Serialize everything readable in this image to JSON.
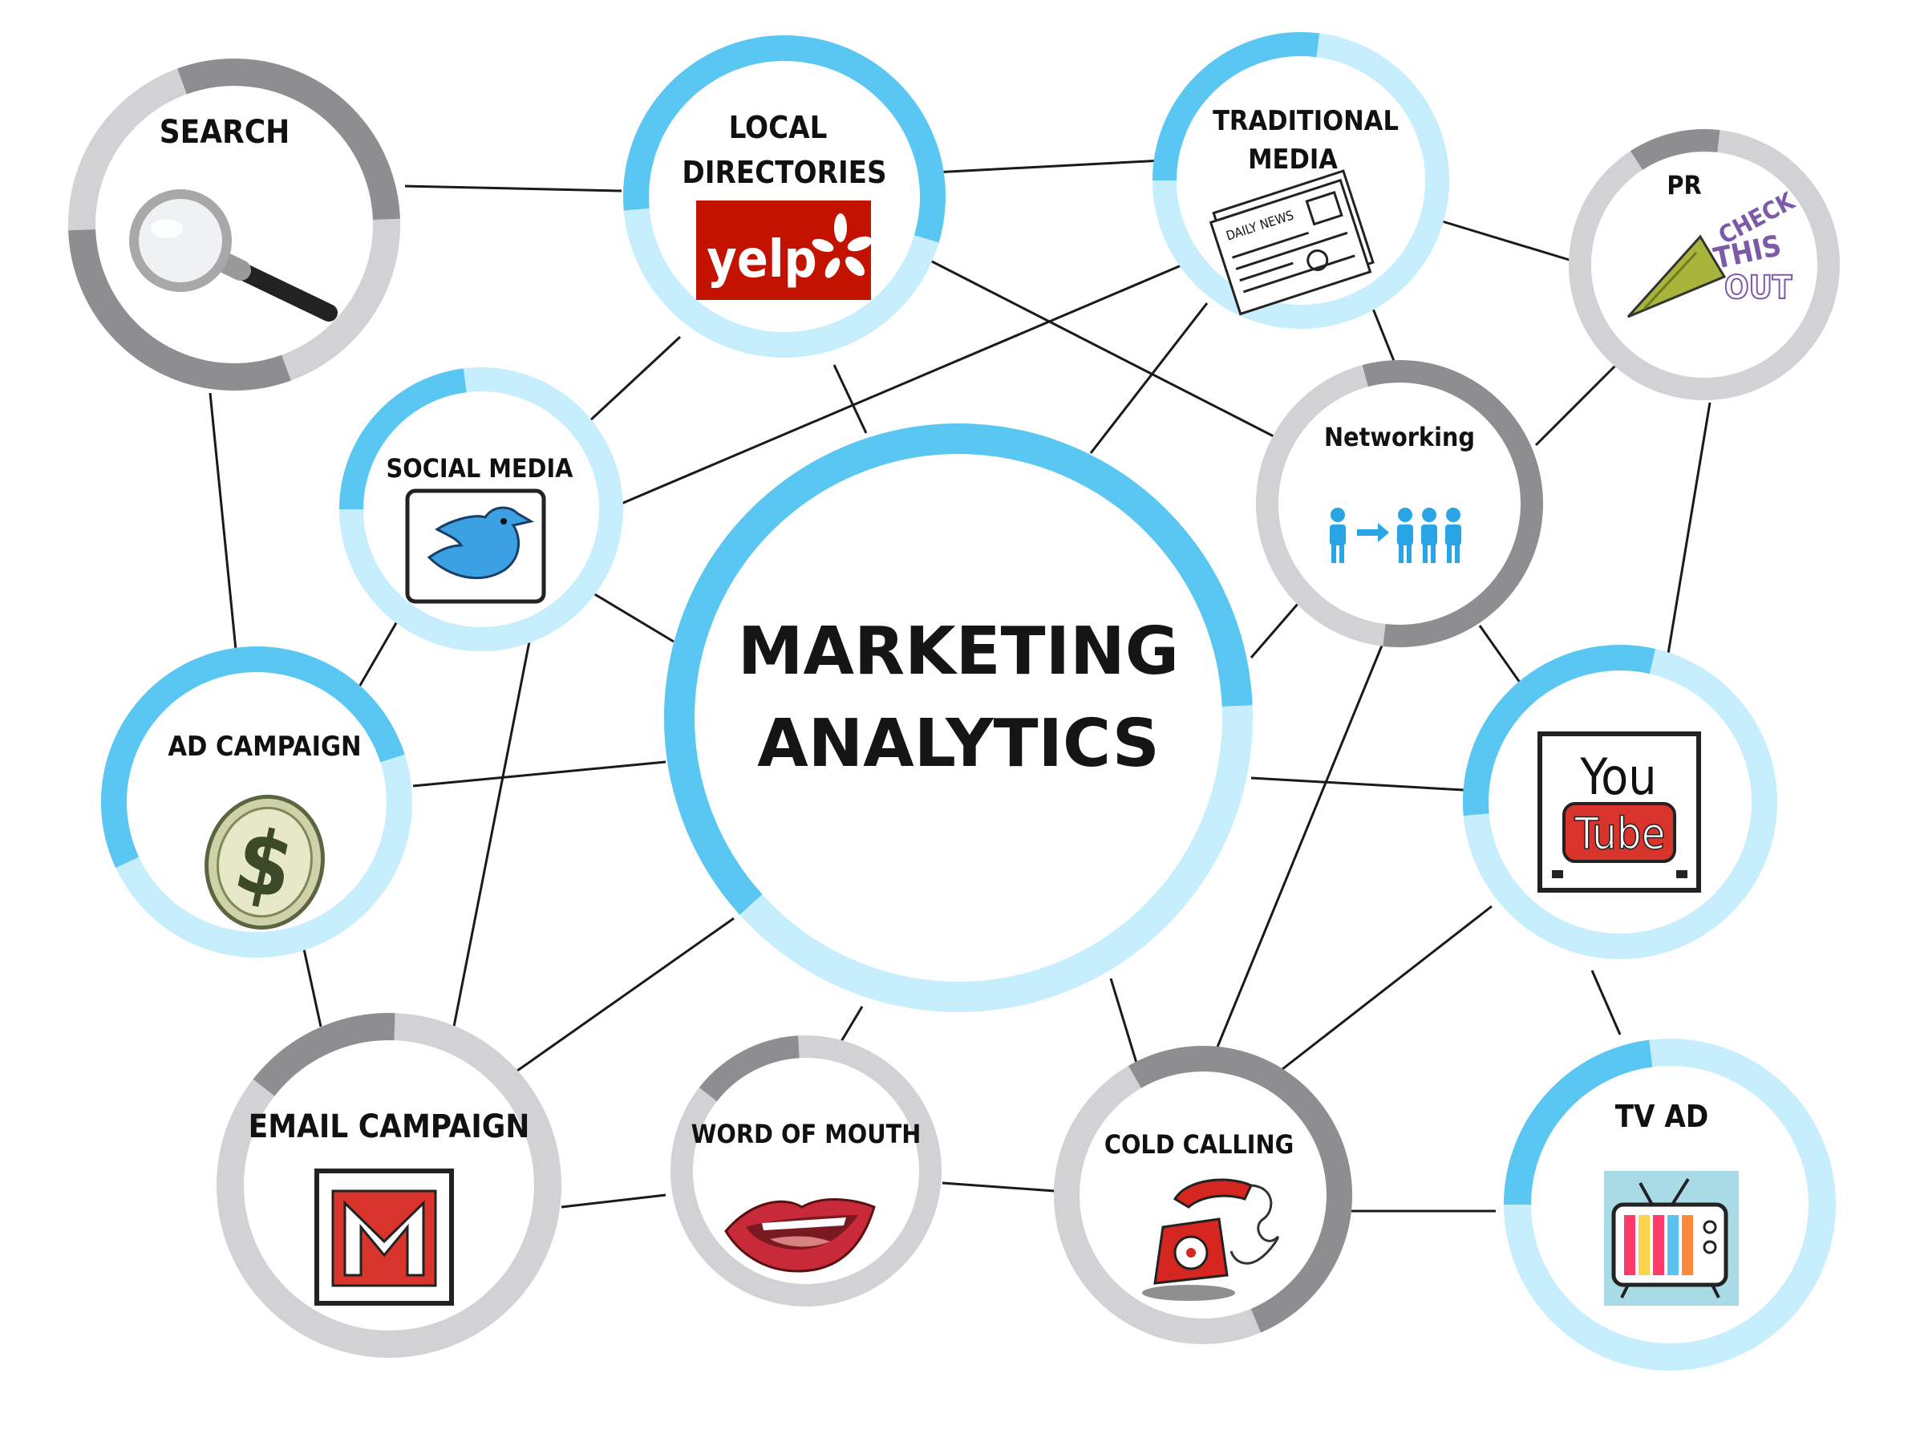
{
  "center": {
    "line1": "MARKETING",
    "line2": "ANALYTICS"
  },
  "nodes": {
    "search": {
      "label": "SEARCH"
    },
    "local": {
      "line1": "LOCAL",
      "line2": "DIRECTORIES",
      "logo": "yelp"
    },
    "traditional": {
      "line1": "TRADITIONAL",
      "line2": "MEDIA",
      "newspaper": "DAILY NEWS"
    },
    "pr": {
      "label": "PR",
      "megaphone_line1": "CHECK",
      "megaphone_line2": "THIS",
      "megaphone_line3": "OUT"
    },
    "social": {
      "label": "SOCIAL MEDIA"
    },
    "networking": {
      "label": "Networking"
    },
    "ad": {
      "label": "AD CAMPAIGN"
    },
    "youtube": {
      "line1": "You",
      "line2": "Tube"
    },
    "email": {
      "label": "EMAIL CAMPAIGN"
    },
    "word": {
      "label": "WORD OF MOUTH"
    },
    "cold": {
      "label": "COLD CALLING"
    },
    "tv": {
      "label": "TV AD"
    }
  },
  "colors": {
    "blue_dark": "#5ac7f3",
    "blue_light": "#c6eefc",
    "gray_dark": "#8e8e90",
    "gray_light": "#d2d2d4",
    "yelp_red": "#c41200",
    "youtube_red": "#d9342b"
  },
  "icons": [
    "magnifying-glass-icon",
    "yelp-logo-icon",
    "newspaper-icon",
    "megaphone-icon",
    "twitter-bird-icon",
    "people-network-icon",
    "dollar-coin-icon",
    "youtube-logo-icon",
    "gmail-envelope-icon",
    "lips-icon",
    "red-telephone-icon",
    "tv-set-icon"
  ]
}
